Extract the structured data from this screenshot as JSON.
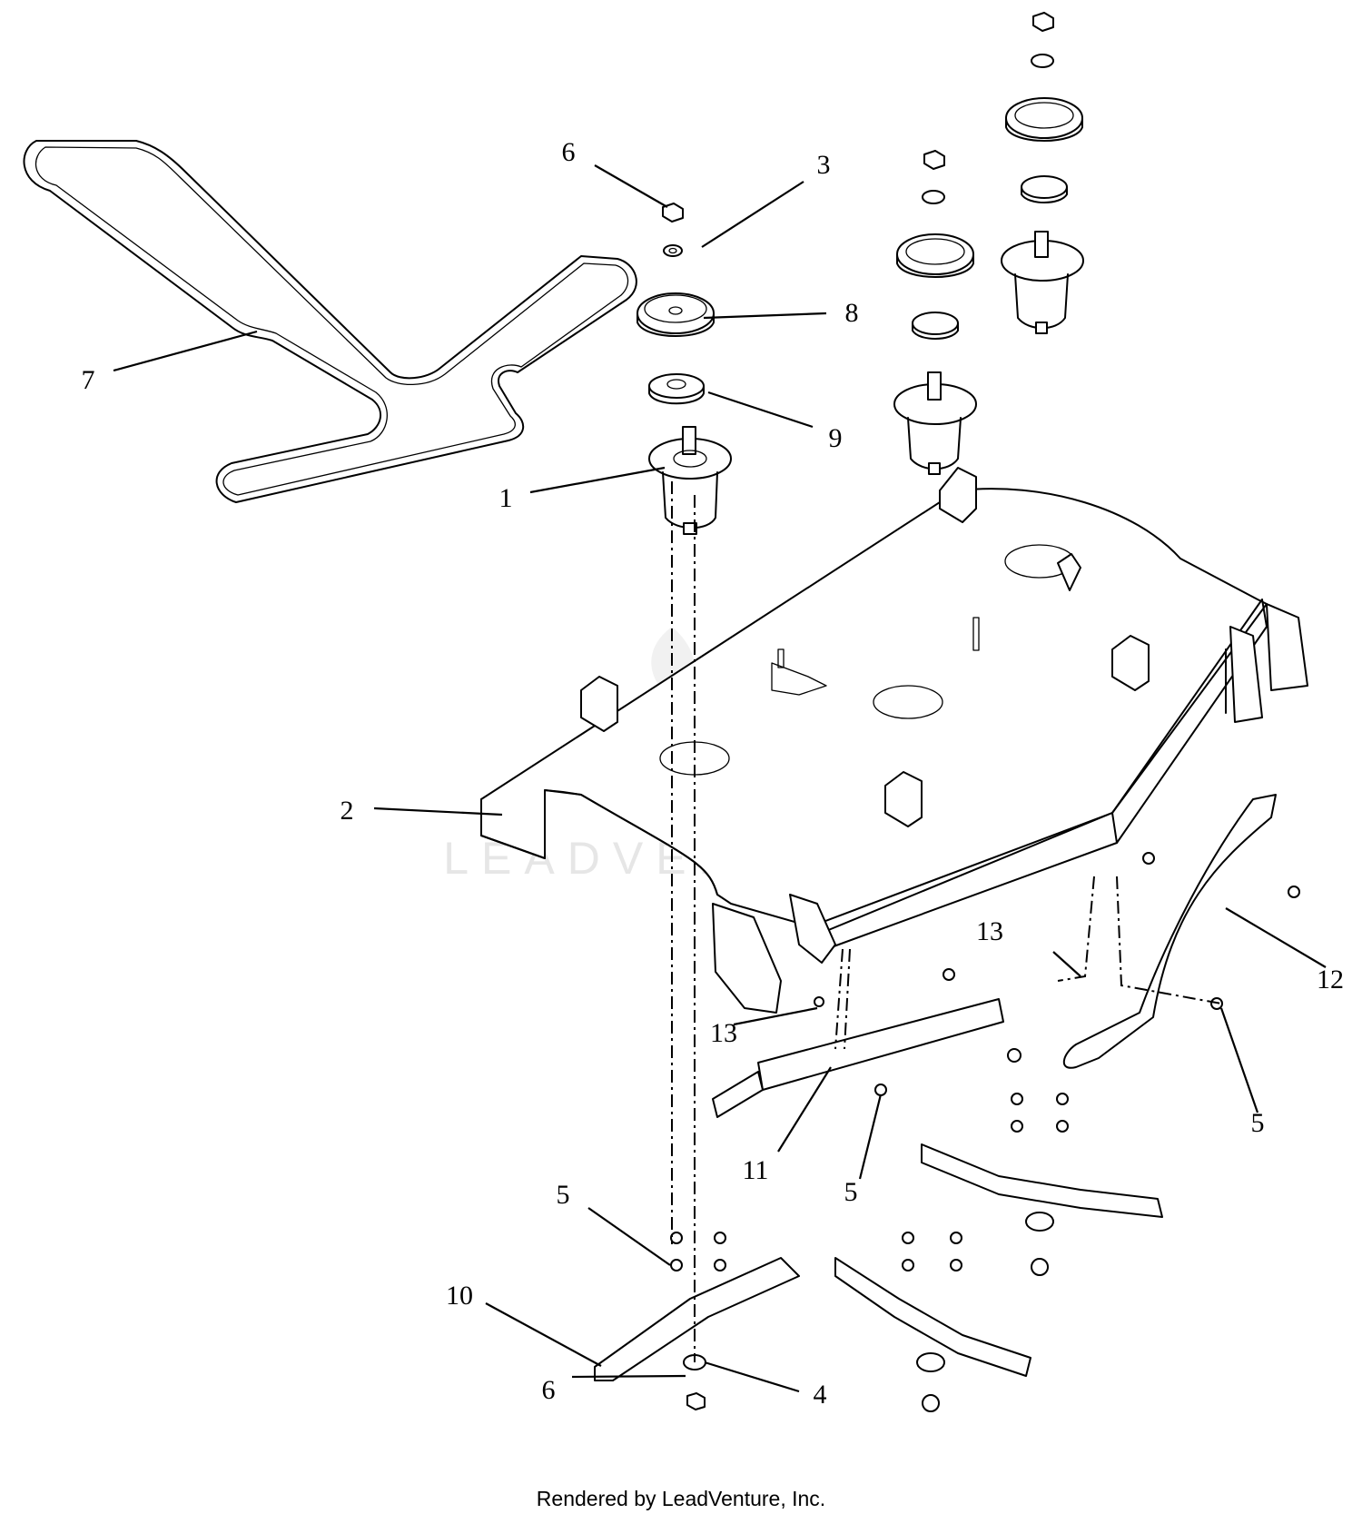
{
  "callouts": {
    "c1": "1",
    "c2": "2",
    "c3": "3",
    "c4": "4",
    "c5a": "5",
    "c5b": "5",
    "c5c": "5",
    "c6a": "6",
    "c6b": "6",
    "c7": "7",
    "c8": "8",
    "c9": "9",
    "c10": "10",
    "c11": "11",
    "c12": "12",
    "c13a": "13",
    "c13b": "13"
  },
  "watermark": {
    "text": "LEADVENTURE"
  },
  "footer": {
    "text": "Rendered by LeadVenture, Inc."
  }
}
